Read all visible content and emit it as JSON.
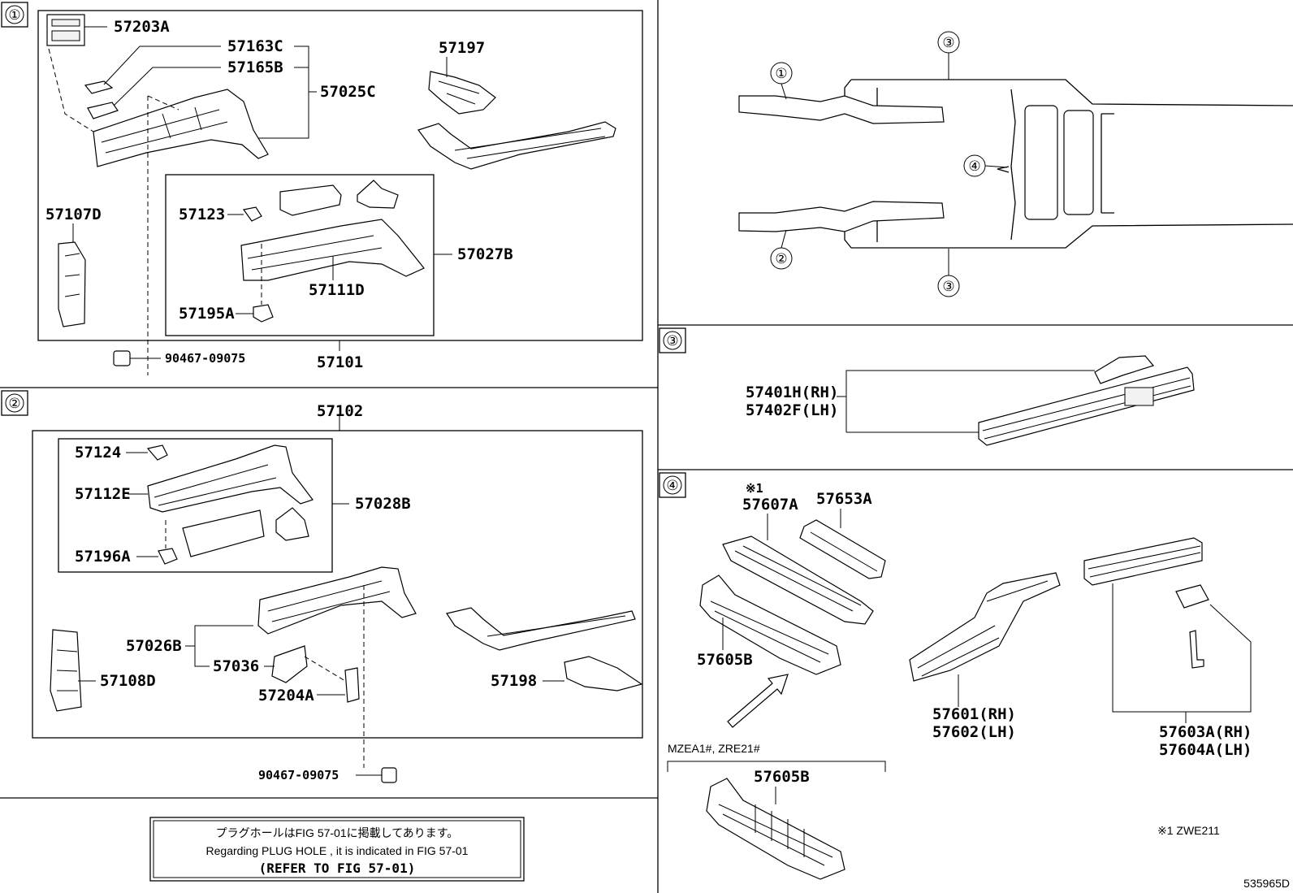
{
  "sections": {
    "s1": "①",
    "s2": "②",
    "s3": "③",
    "s4": "④"
  },
  "overview": {
    "c1": "①",
    "c2": "②",
    "c3a": "③",
    "c3b": "③",
    "c4": "④"
  },
  "parts": {
    "p57203A": "57203A",
    "p57163C": "57163C",
    "p57165B": "57165B",
    "p57025C": "57025C",
    "p57197": "57197",
    "p57107D": "57107D",
    "p57123": "57123",
    "p57027B": "57027B",
    "p57111D": "57111D",
    "p57195A": "57195A",
    "p90467_1": "90467-09075",
    "p57101": "57101",
    "p57102": "57102",
    "p57124": "57124",
    "p57112E": "57112E",
    "p57028B": "57028B",
    "p57196A": "57196A",
    "p57026B": "57026B",
    "p57036": "57036",
    "p57204A": "57204A",
    "p57108D": "57108D",
    "p57198": "57198",
    "p90467_2": "90467-09075",
    "p57401H": "57401H(RH)",
    "p57402F": "57402F(LH)",
    "p57607A_mark": "※1",
    "p57607A": "57607A",
    "p57653A": "57653A",
    "p57605B": "57605B",
    "p57601": "57601(RH)",
    "p57602": "57602(LH)",
    "p57603A": "57603A(RH)",
    "p57604A": "57604A(LH)",
    "models": "MZEA1#, ZRE21#",
    "p57605B_2": "57605B",
    "footnote": "※1 ZWE211"
  },
  "notice": {
    "line1": "プラグホールはFIG 57-01に掲載してあります。",
    "line2": "Regarding PLUG HOLE , it is indicated in FIG 57-01",
    "line3": "(REFER TO FIG 57-01)"
  },
  "figure_id": "535965D"
}
